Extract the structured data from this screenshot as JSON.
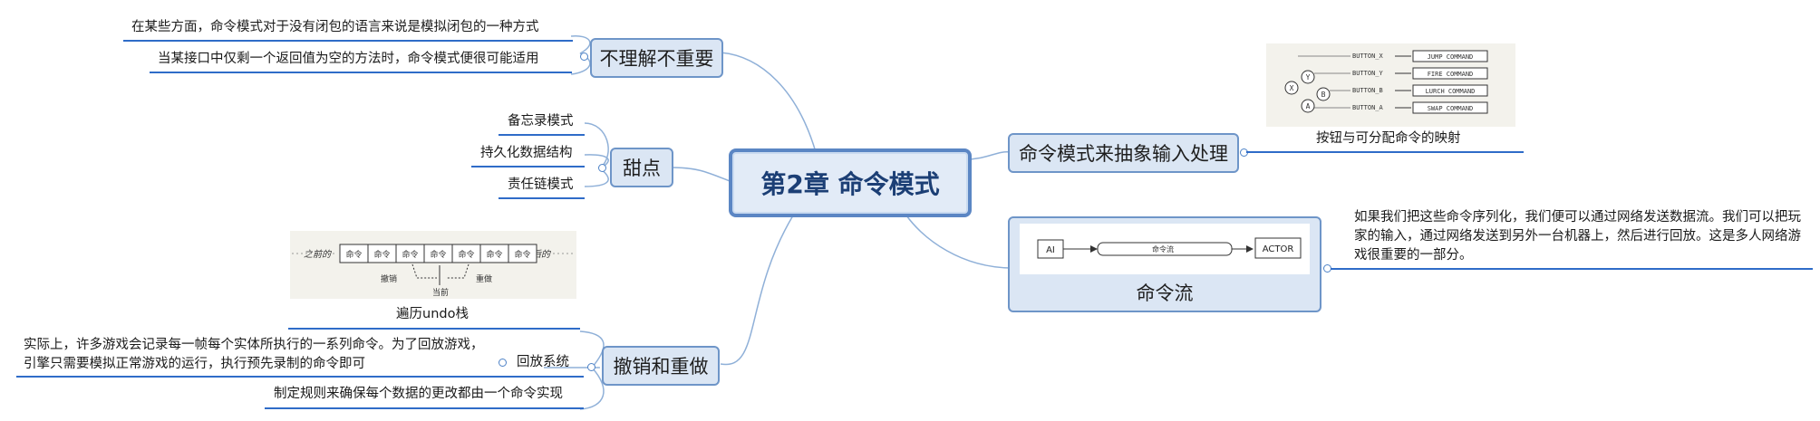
{
  "central": {
    "label": "第2章 命令模式"
  },
  "branches": {
    "not_important": {
      "label": "不理解不重要",
      "items": [
        "在某些方面，命令模式对于没有闭包的语言来说是模拟闭包的一种方式",
        "当某接口中仅剩一个返回值为空的方法时，命令模式便很可能适用"
      ]
    },
    "sweet": {
      "label": "甜点",
      "items": [
        "备忘录模式",
        "持久化数据结构",
        "责任链模式"
      ]
    },
    "undo": {
      "label": "撤销和重做",
      "image_caption": "遍历undo栈",
      "image_labels": {
        "before": "之前的",
        "cell": "命令",
        "after": "之后的",
        "undo": "撤销",
        "current": "当前",
        "redo": "重做"
      },
      "replay_label": "回放系统",
      "replay_text": "实际上，许多游戏会记录每一帧每个实体所执行的一系列命令。为了回放游戏，引擎只需要模拟正常游戏的运行，执行预先录制的命令即可",
      "rule": "制定规则来确保每个数据的更改都由一个命令实现"
    },
    "input": {
      "label": "命令模式来抽象输入处理",
      "image_caption": "按钮与可分配命令的映射",
      "image_labels": {
        "buttons": [
          "BUTTON_X",
          "BUTTON_Y",
          "BUTTON_B",
          "BUTTON_A"
        ],
        "commands": [
          "JUMP COMMAND",
          "FIRE COMMAND",
          "LURCH COMMAND",
          "SWAP COMMAND"
        ],
        "keys": [
          "X",
          "Y",
          "B",
          "A"
        ]
      }
    },
    "stream": {
      "label": "命令流",
      "image_labels": {
        "source": "AI",
        "pipe": "命令流",
        "target": "ACTOR"
      },
      "note": "如果我们把这些命令序列化，我们便可以通过网络发送数据流。我们可以把玩家的输入，通过网络发送到另外一台机器上，然后进行回放。这是多人网络游戏很重要的一部分。"
    }
  },
  "colors": {
    "node_fill": "#dbe6f4",
    "node_border": "#6e95c8",
    "central_text": "#1c3f75",
    "connector": "#8fb0d8",
    "underline": "#2f6cc8"
  }
}
